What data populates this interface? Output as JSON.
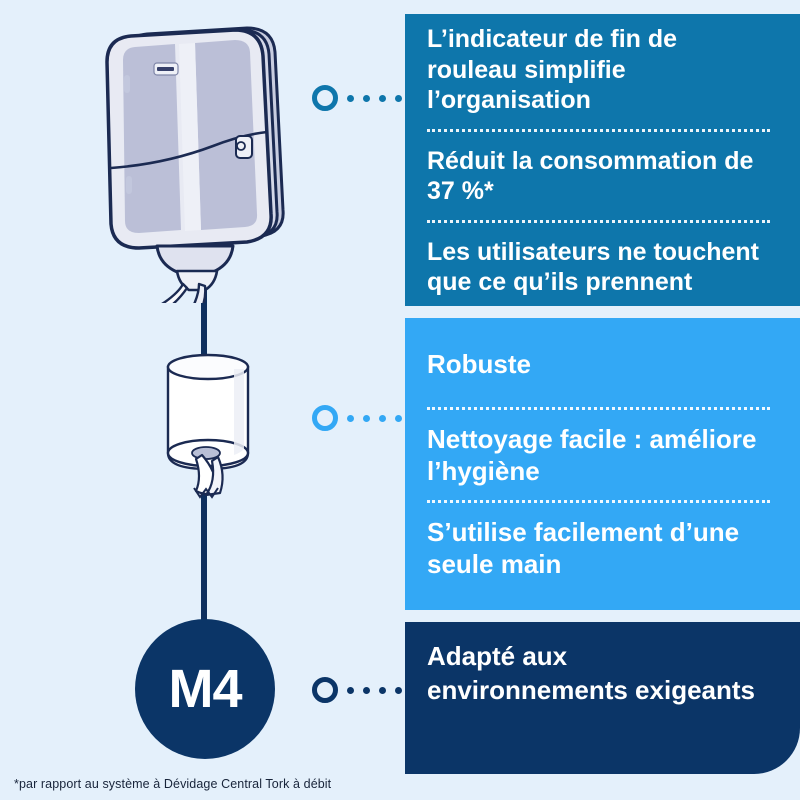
{
  "background_color": "#e4f0fb",
  "illustration": {
    "dispenser_label": "Tork centerfeed dispenser",
    "roll_label": "Centerfeed paper roll",
    "spine_color": "#0e2f5e"
  },
  "badge": {
    "code": "M4",
    "color": "#0b3567",
    "text_color": "#ffffff"
  },
  "connectors": [
    {
      "name": "connector-top",
      "color": "#0e76ab",
      "dots": 4
    },
    {
      "name": "connector-middle",
      "color": "#33a8f5",
      "dots": 4
    },
    {
      "name": "connector-bottom",
      "color": "#0b3567",
      "dots": 4
    }
  ],
  "panels": [
    {
      "id": "panel-primary",
      "color": "#0e76ab",
      "items": [
        "L’indicateur de fin de rouleau simplifie l’organisation",
        "Réduit la consommation de 37 %*",
        "Les utilisateurs ne touchent que ce qu’ils prennent"
      ]
    },
    {
      "id": "panel-secondary",
      "color": "#33a8f5",
      "items": [
        "Robuste",
        "Nettoyage facile : améliore l’hygiène",
        "S’utilise facilement d’une seule main"
      ]
    },
    {
      "id": "panel-tertiary",
      "color": "#0b3567",
      "items": [
        "Adapté aux environnements exigeants"
      ]
    }
  ],
  "footnote": "*par rapport au système à Dévidage Central Tork à débit"
}
